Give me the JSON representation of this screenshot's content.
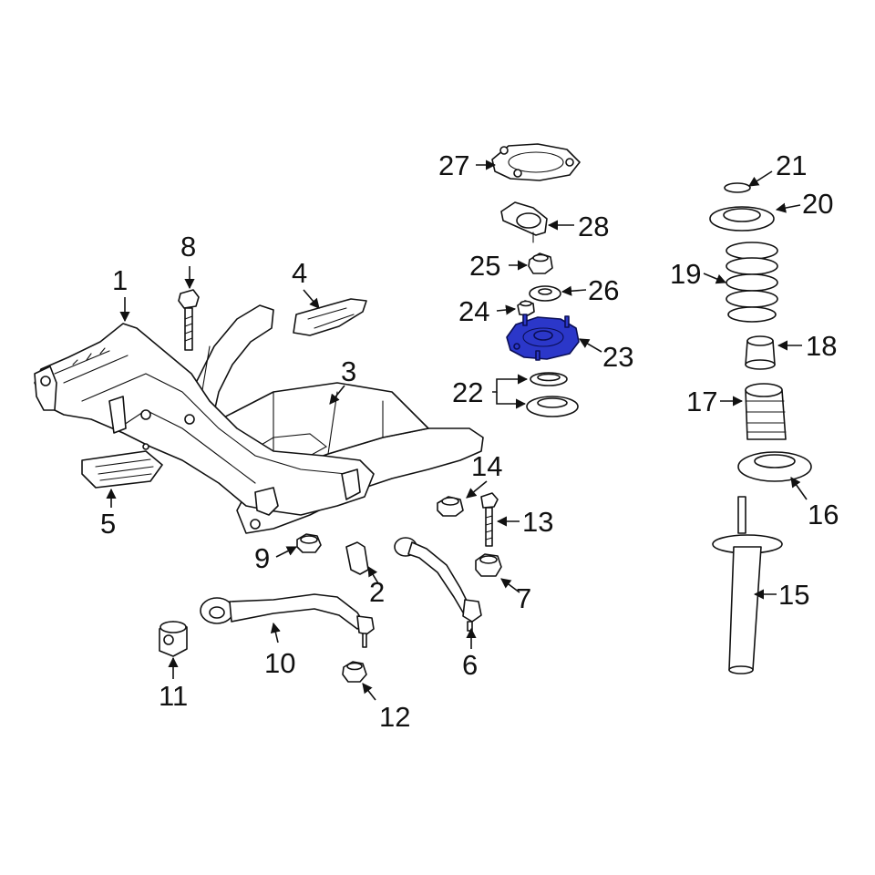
{
  "diagram": {
    "highlight_color": "#2b37c9",
    "callouts": [
      {
        "id": "1",
        "label": "1"
      },
      {
        "id": "2",
        "label": "2"
      },
      {
        "id": "3",
        "label": "3"
      },
      {
        "id": "4",
        "label": "4"
      },
      {
        "id": "5",
        "label": "5"
      },
      {
        "id": "6",
        "label": "6"
      },
      {
        "id": "7",
        "label": "7"
      },
      {
        "id": "8",
        "label": "8"
      },
      {
        "id": "9",
        "label": "9"
      },
      {
        "id": "10",
        "label": "10"
      },
      {
        "id": "11",
        "label": "11"
      },
      {
        "id": "12",
        "label": "12"
      },
      {
        "id": "13",
        "label": "13"
      },
      {
        "id": "14",
        "label": "14"
      },
      {
        "id": "15",
        "label": "15"
      },
      {
        "id": "16",
        "label": "16"
      },
      {
        "id": "17",
        "label": "17"
      },
      {
        "id": "18",
        "label": "18"
      },
      {
        "id": "19",
        "label": "19"
      },
      {
        "id": "20",
        "label": "20"
      },
      {
        "id": "21",
        "label": "21"
      },
      {
        "id": "22",
        "label": "22"
      },
      {
        "id": "23",
        "label": "23"
      },
      {
        "id": "24",
        "label": "24"
      },
      {
        "id": "25",
        "label": "25"
      },
      {
        "id": "26",
        "label": "26"
      },
      {
        "id": "27",
        "label": "27"
      },
      {
        "id": "28",
        "label": "28"
      }
    ],
    "highlighted_part": "23"
  }
}
